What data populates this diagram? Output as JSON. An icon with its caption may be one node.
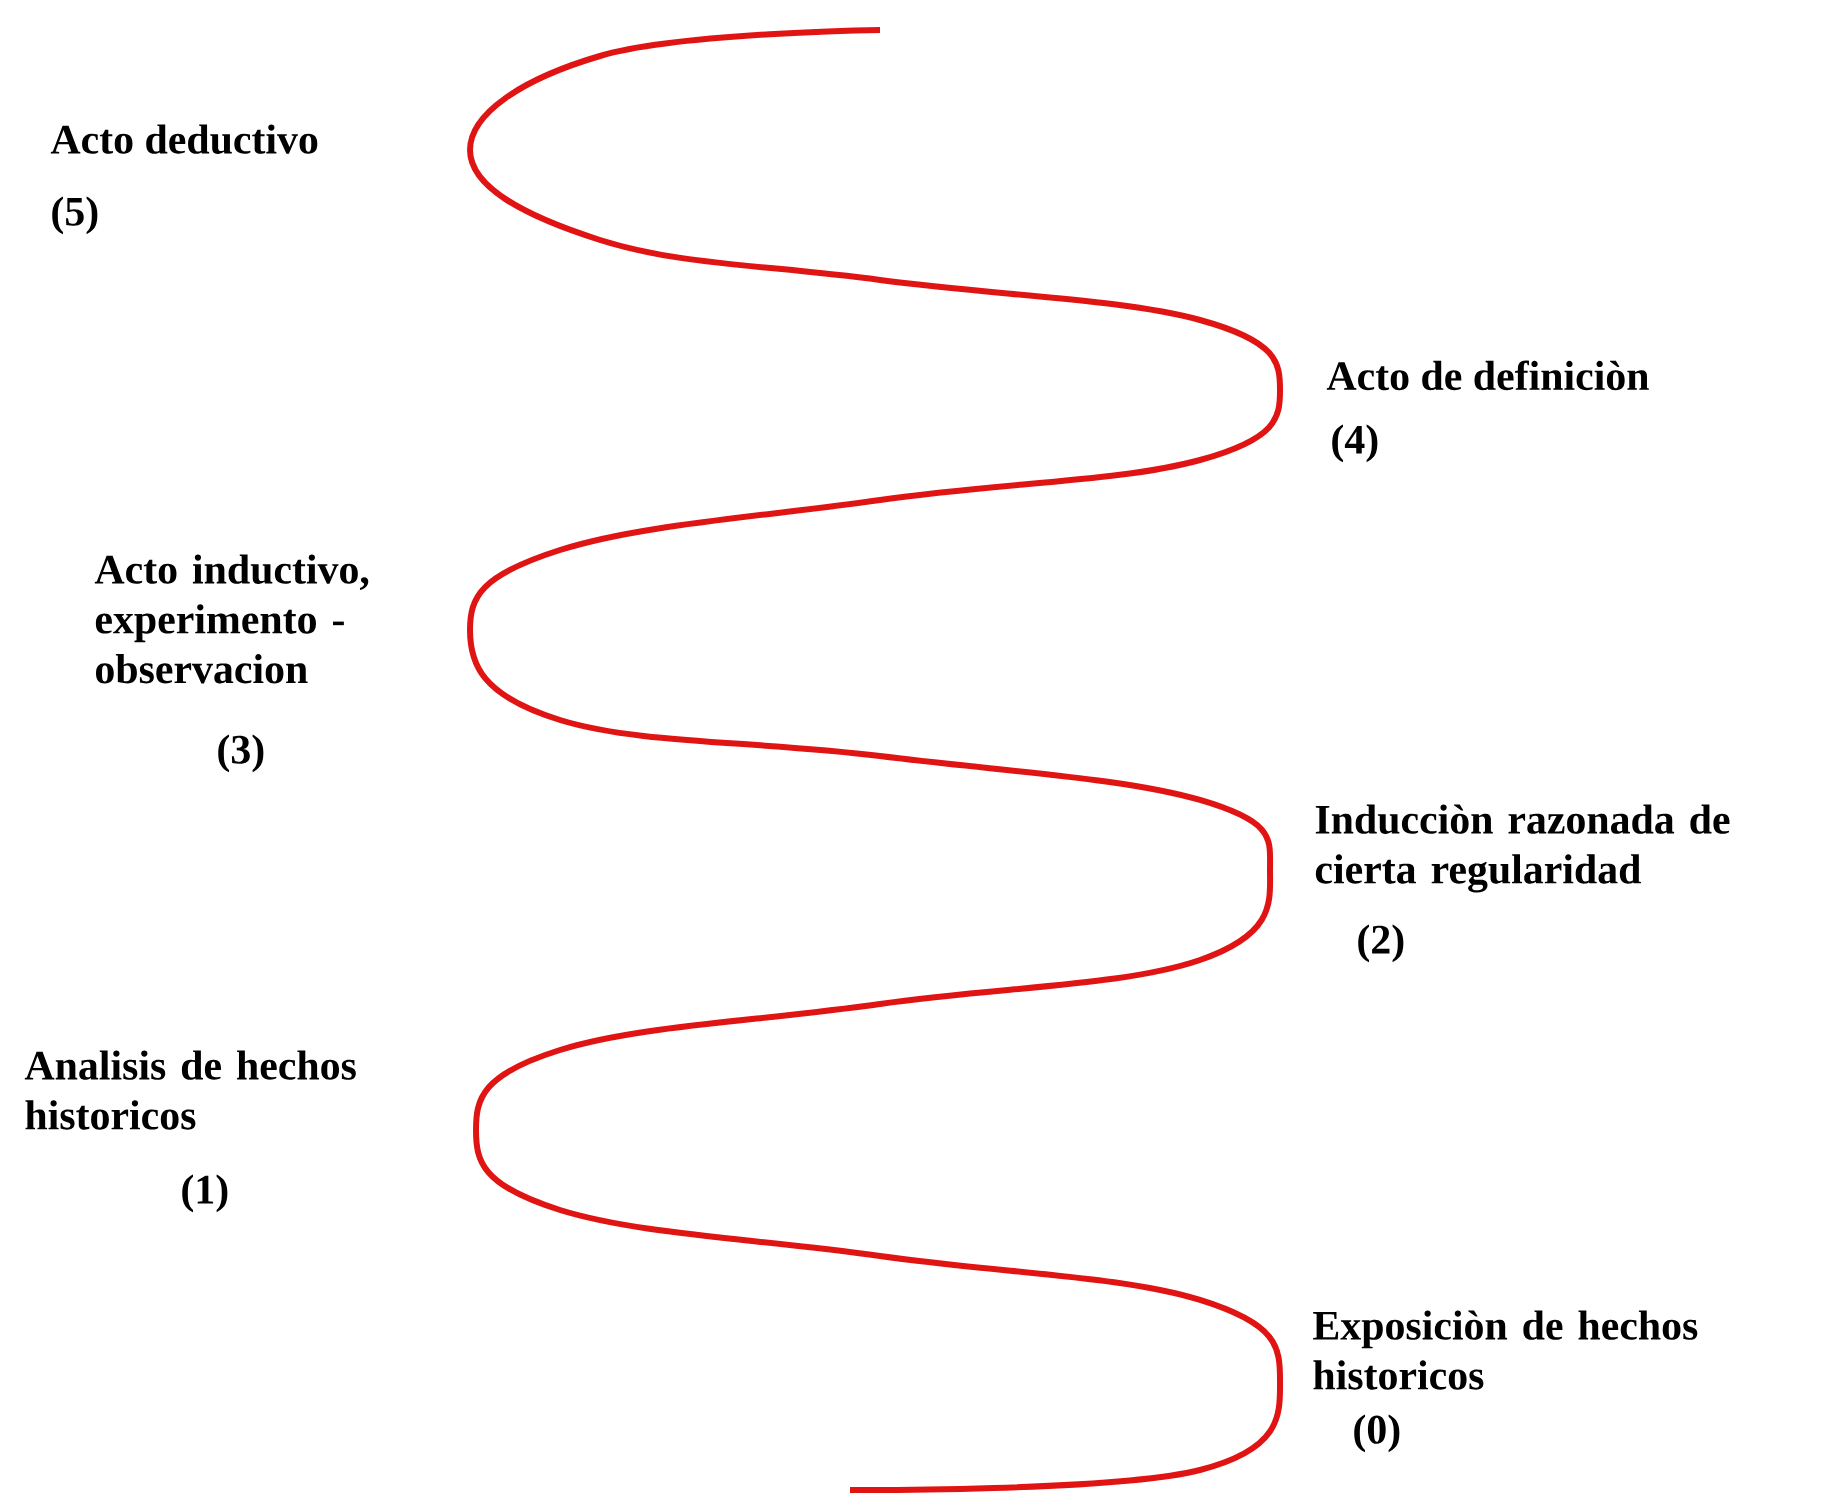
{
  "diagram": {
    "labels": [
      "Acto deductivo",
      "(5)",
      "Acto de definiciòn",
      "(4)",
      "Acto inductivo, experimento - observacion",
      "(3)",
      "Inducciòn razonada de cierta regularidad",
      "(2)",
      "Analisis de hechos historicos",
      "(1)",
      "Exposiciòn de hechos historicos",
      "(0)"
    ]
  }
}
